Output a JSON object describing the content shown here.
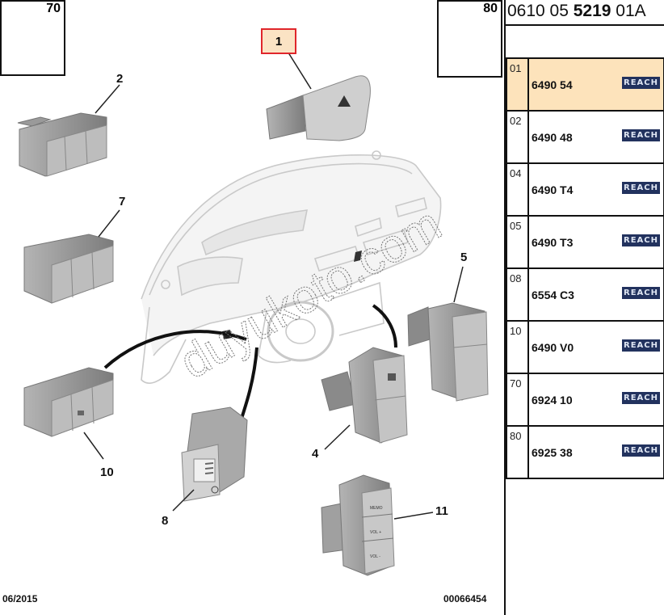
{
  "diagram": {
    "title_reference": {
      "prefix": "0610 05 ",
      "bold": "5219",
      "suffix": " 01A"
    },
    "watermark": "duyukoto.com",
    "selected_callout": "1",
    "callouts": [
      {
        "id": "1",
        "label": "1",
        "part": "hazard warning switch"
      },
      {
        "id": "2",
        "label": "2",
        "part": "triple switch block"
      },
      {
        "id": "4",
        "label": "4",
        "part": "double switch block"
      },
      {
        "id": "5",
        "label": "5",
        "part": "vertical switch block"
      },
      {
        "id": "7",
        "label": "7",
        "part": "triple switch block"
      },
      {
        "id": "8",
        "label": "8",
        "part": "lighting rheostat"
      },
      {
        "id": "10",
        "label": "10",
        "part": "triple switch block"
      },
      {
        "id": "11",
        "label": "11",
        "part": "audio control switch"
      }
    ],
    "screws": [
      {
        "label": "70"
      },
      {
        "label": "80"
      }
    ],
    "switch11_labels": [
      "MEMO",
      "VOL +",
      "VOL -"
    ],
    "footer": {
      "date": "06/2015",
      "drawing_number": "00066454"
    }
  },
  "parts_table": {
    "reach_label": "REACH",
    "rows": [
      {
        "index": "01",
        "reference": "6490 54",
        "selected": true
      },
      {
        "index": "02",
        "reference": "6490 48",
        "selected": false
      },
      {
        "index": "04",
        "reference": "6490 T4",
        "selected": false
      },
      {
        "index": "05",
        "reference": "6490 T3",
        "selected": false
      },
      {
        "index": "08",
        "reference": "6554 C3",
        "selected": false
      },
      {
        "index": "10",
        "reference": "6490 V0",
        "selected": false
      },
      {
        "index": "70",
        "reference": "6924 10",
        "selected": false
      },
      {
        "index": "80",
        "reference": "6925 38",
        "selected": false
      }
    ]
  },
  "colors": {
    "selection_border": "#e0262b",
    "selection_fill": "#fbe3c4",
    "reach_badge": "#22325e",
    "part_grey": "#9a9a9a"
  }
}
